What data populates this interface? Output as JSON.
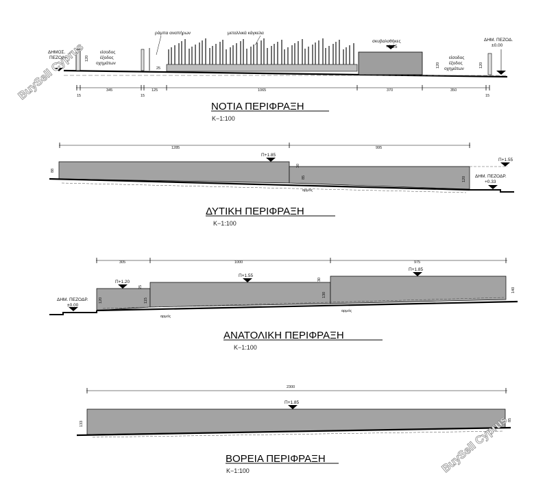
{
  "watermarks": [
    "BuySell Cyprus",
    "BuySell Cyprus"
  ],
  "south": {
    "title": "ΝΟΤΙΑ ΠΕΡΙΦΡΑΞΗ",
    "scale": "Κ−1:100",
    "labels": {
      "sidewalk_left": "ΔΗΜΟΣ.",
      "sidewalk_left2": "ΠΕΖΟΔΡ.",
      "entry1": "είσοδος",
      "entry2": "έξοδος",
      "entry3": "οχημάτων",
      "ramp": "ράμπα αναπήρων",
      "railing": "μεταλλικά κάγκελα",
      "bins": "σκυβαλοθήκες",
      "bins_level": "+1.25",
      "sidewalk_right": "ΔΗΜ. ΠΕΖΟΔ.",
      "sidewalk_right_level": "±0.00",
      "h120a": "120",
      "h120b": "120",
      "h120c": "120",
      "ramp_h": "25"
    },
    "dims": [
      "15",
      "345",
      "15",
      "125",
      "1065",
      "370",
      "350",
      "15"
    ]
  },
  "west": {
    "title": "ΔΥΤΙΚΗ ΠΕΡΙΦΡΑΞΗ",
    "scale": "Κ−1:100",
    "labels": {
      "level1": "Π+1.85",
      "level2": "Π+1.55",
      "sidewalk": "ΔΗΜ. ΠΕΖΟΔΡ.",
      "sidewalk_level": "+0.33",
      "joint": "αρμός",
      "h88": "88",
      "h30": "30",
      "h85": "85",
      "h120": "120"
    },
    "dims": [
      "1285",
      "995"
    ]
  },
  "east": {
    "title": "ΑΝΑΤΟΛΙΚΗ ΠΕΡΙΦΡΑΞΗ",
    "scale": "Κ−1:100",
    "labels": {
      "level1": "Π+1.20",
      "level2": "Π+1.55",
      "level3": "Π+1.85",
      "sidewalk": "ΔΗΜ. ΠΕΖΟΔΡ.",
      "sidewalk_level": "±0.00",
      "joint1": "αρμός",
      "joint2": "αρμός",
      "h120": "120",
      "h25": "25",
      "h115": "115",
      "h30": "30",
      "h130": "130",
      "h140": "140"
    },
    "dims": [
      "305",
      "1000",
      "975"
    ]
  },
  "north": {
    "title": "ΒΟΡΕΙΑ ΠΕΡΙΦΡΑΞΗ",
    "scale": "Κ−1:100",
    "labels": {
      "level1": "Π+1.85",
      "h133": "133",
      "h85": "85"
    },
    "dims": [
      "2300"
    ]
  }
}
